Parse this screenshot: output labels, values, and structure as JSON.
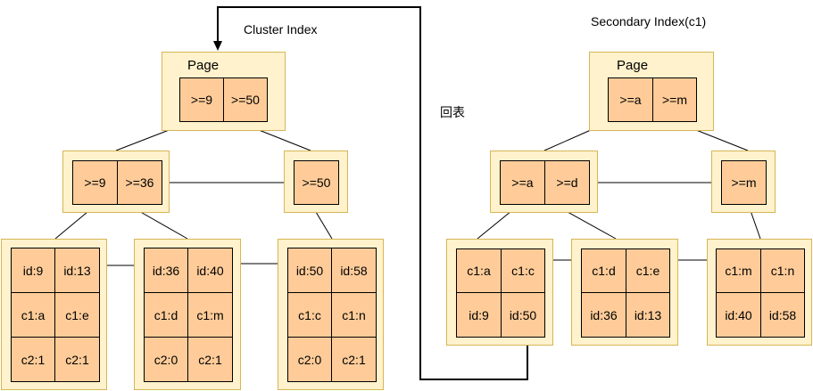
{
  "cluster": {
    "title": "Cluster Index",
    "root": {
      "title": "Page",
      "keys": [
        ">=9",
        ">=50"
      ]
    },
    "mid": [
      {
        "keys": [
          ">=9",
          ">=36"
        ]
      },
      {
        "keys": [
          ">=50"
        ]
      }
    ],
    "leaves": [
      {
        "rows": [
          [
            "id:9",
            "id:13"
          ],
          [
            "c1:a",
            "c1:e"
          ],
          [
            "c2:1",
            "c2:1"
          ]
        ]
      },
      {
        "rows": [
          [
            "id:36",
            "id:40"
          ],
          [
            "c1:d",
            "c1:m"
          ],
          [
            "c2:0",
            "c2:1"
          ]
        ]
      },
      {
        "rows": [
          [
            "id:50",
            "id:58"
          ],
          [
            "c1:c",
            "c1:n"
          ],
          [
            "c2:0",
            "c2:1"
          ]
        ]
      }
    ]
  },
  "secondary": {
    "title": "Secondary Index(c1)",
    "root": {
      "title": "Page",
      "keys": [
        ">=a",
        ">=m"
      ]
    },
    "mid": [
      {
        "keys": [
          ">=a",
          ">=d"
        ]
      },
      {
        "keys": [
          ">=m"
        ]
      }
    ],
    "leaves": [
      {
        "rows": [
          [
            "c1:a",
            "c1:c"
          ],
          [
            "id:9",
            "id:50"
          ]
        ]
      },
      {
        "rows": [
          [
            "c1:d",
            "c1:e"
          ],
          [
            "id:36",
            "id:13"
          ]
        ]
      },
      {
        "rows": [
          [
            "c1:m",
            "c1:n"
          ],
          [
            "id:40",
            "id:58"
          ]
        ]
      }
    ]
  },
  "lookup_label": "回表"
}
